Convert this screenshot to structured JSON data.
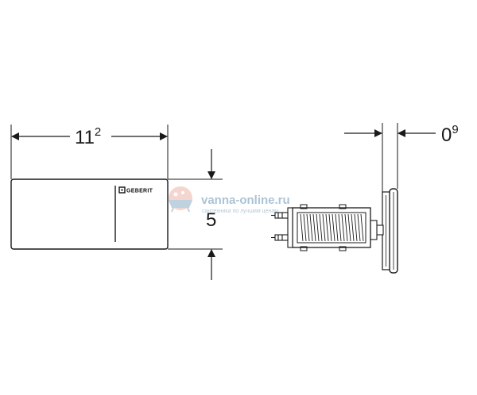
{
  "dimensions": {
    "width_main": "11",
    "width_sup": "2",
    "height": "5",
    "depth_main": "0",
    "depth_sup": "9"
  },
  "logo": {
    "text": "GEBERIT"
  },
  "watermark": {
    "site": "vanna-online.ru",
    "tagline": "сантехника по лучшим ценам"
  },
  "colors": {
    "line": "#1a1a1a",
    "watermark": "#8fb0c8"
  }
}
